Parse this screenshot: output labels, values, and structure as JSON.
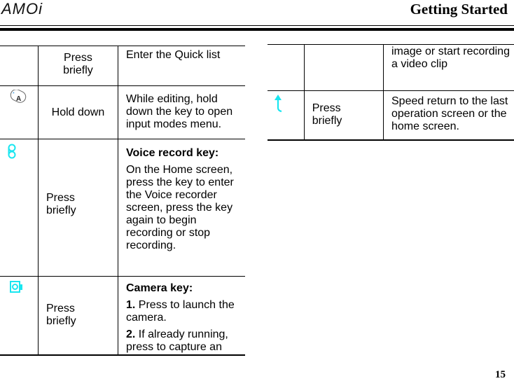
{
  "header": {
    "logo": "AMOi",
    "title": "Getting Started"
  },
  "footer": {
    "page_number": "15"
  },
  "colors": {
    "icon_cyan": "#19e6f0",
    "rule": "#000000"
  },
  "left_table": {
    "rows": [
      {
        "icon": "",
        "action": "Press briefly",
        "description": "Enter the Quick list"
      },
      {
        "icon": "input-mode-key-icon",
        "action": "Hold down",
        "description": "While editing, hold down the key to open input modes menu."
      },
      {
        "icon": "voice-record-key-icon",
        "action": "Press briefly",
        "description_title": "Voice record key:",
        "description": "On the Home screen, press the key to enter the Voice recorder screen, press the key again to begin recording or stop recording."
      },
      {
        "icon": "camera-key-icon",
        "action": "Press briefly",
        "description_title": "Camera key:",
        "step1_num": "1.",
        "step1_text": " Press to launch the camera.",
        "step2_num": "2.",
        "step2_text": " If already running, press to capture an"
      }
    ]
  },
  "right_table": {
    "rows": [
      {
        "icon": "",
        "action": "",
        "description": "image or start recording a video clip"
      },
      {
        "icon": "back-key-icon",
        "action": "Press briefly",
        "description": "Speed return to the last operation screen or the home screen."
      }
    ]
  }
}
